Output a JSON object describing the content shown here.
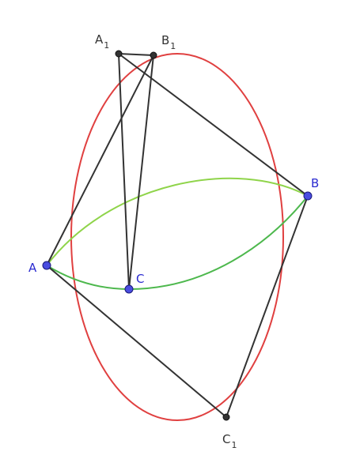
{
  "colors": {
    "segment": "#333333",
    "free_point_fill": "#4a4de0",
    "dependent_point_fill": "#333333",
    "circle_red": "#e04040",
    "arc_green": "#8fd44a",
    "arc_green_dark": "#4db84d",
    "free_label": "#2a2ad0",
    "dependent_label": "#333333"
  },
  "points": [
    {
      "id": "A",
      "label": "A",
      "sub": "",
      "kind": "free"
    },
    {
      "id": "B",
      "label": "B",
      "sub": "",
      "kind": "free"
    },
    {
      "id": "C",
      "label": "C",
      "sub": "",
      "kind": "free"
    },
    {
      "id": "A1",
      "label": "A",
      "sub": "1",
      "kind": "dependent"
    },
    {
      "id": "B1",
      "label": "B",
      "sub": "1",
      "kind": "dependent"
    },
    {
      "id": "C1",
      "label": "C",
      "sub": "1",
      "kind": "dependent"
    }
  ],
  "segments": [
    [
      "A",
      "B1"
    ],
    [
      "A",
      "C1"
    ],
    [
      "B",
      "A1"
    ],
    [
      "B",
      "C1"
    ],
    [
      "C",
      "A1"
    ],
    [
      "C",
      "B1"
    ],
    [
      "A1",
      "B1"
    ]
  ]
}
